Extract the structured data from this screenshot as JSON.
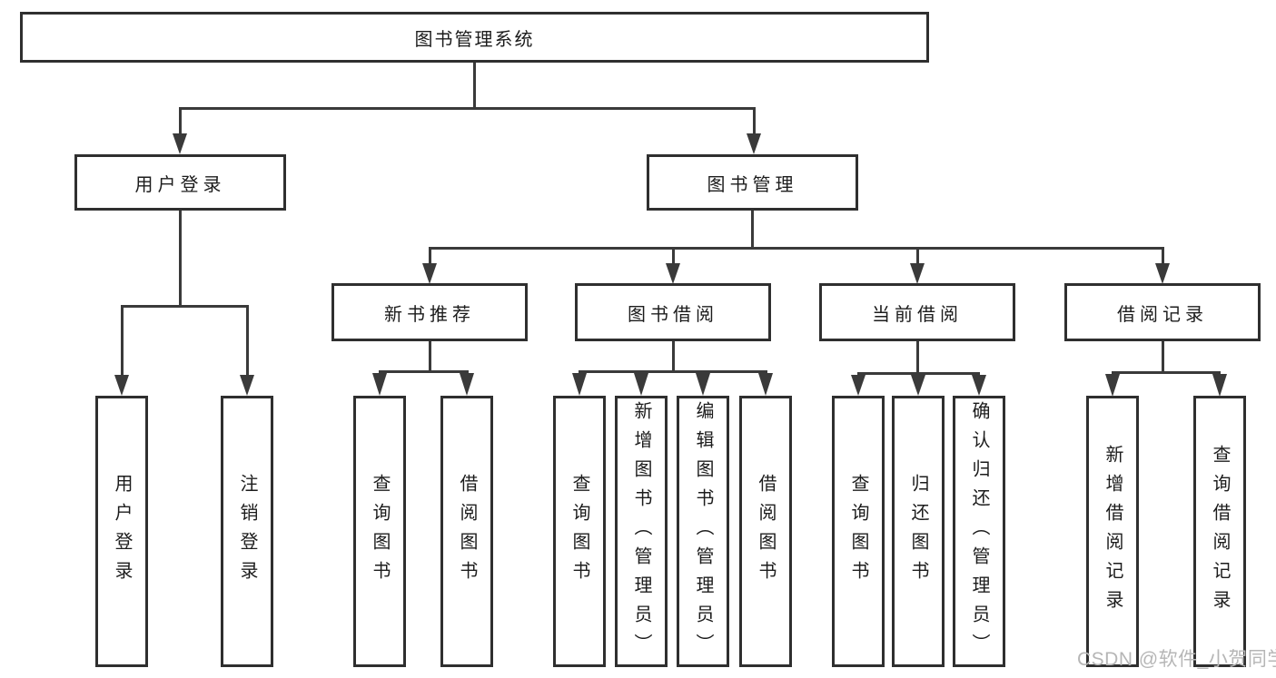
{
  "diagram": {
    "root_label": "图书管理系统",
    "level2": {
      "user_login": "用户登录",
      "book_management": "图书管理"
    },
    "level3": {
      "new_book_recommend": "新书推荐",
      "book_borrow": "图书借阅",
      "current_borrow": "当前借阅",
      "borrow_records": "借阅记录"
    },
    "leaves": {
      "user_login": "用户登录",
      "logout": "注销登录",
      "nbr_query_book": "查询图书",
      "nbr_borrow_book": "借阅图书",
      "bb_query_book": "查询图书",
      "bb_add_book": "新增图书（管理员）",
      "bb_edit_book": "编辑图书（管理员）",
      "bb_borrow_book": "借阅图书",
      "cb_query_book": "查询图书",
      "cb_return_book": "归还图书",
      "cb_confirm_return": "确认归还（管理员）",
      "br_add_record": "新增借阅记录",
      "br_query_record": "查询借阅记录"
    }
  },
  "watermark": {
    "text": "CSDN @软件_小贺同学",
    "color": "#b6b6b6"
  },
  "colors": {
    "line": "#3a3a3a",
    "box_border": "#2f2f2f",
    "text": "#1c1c1c",
    "background": "#ffffff"
  }
}
